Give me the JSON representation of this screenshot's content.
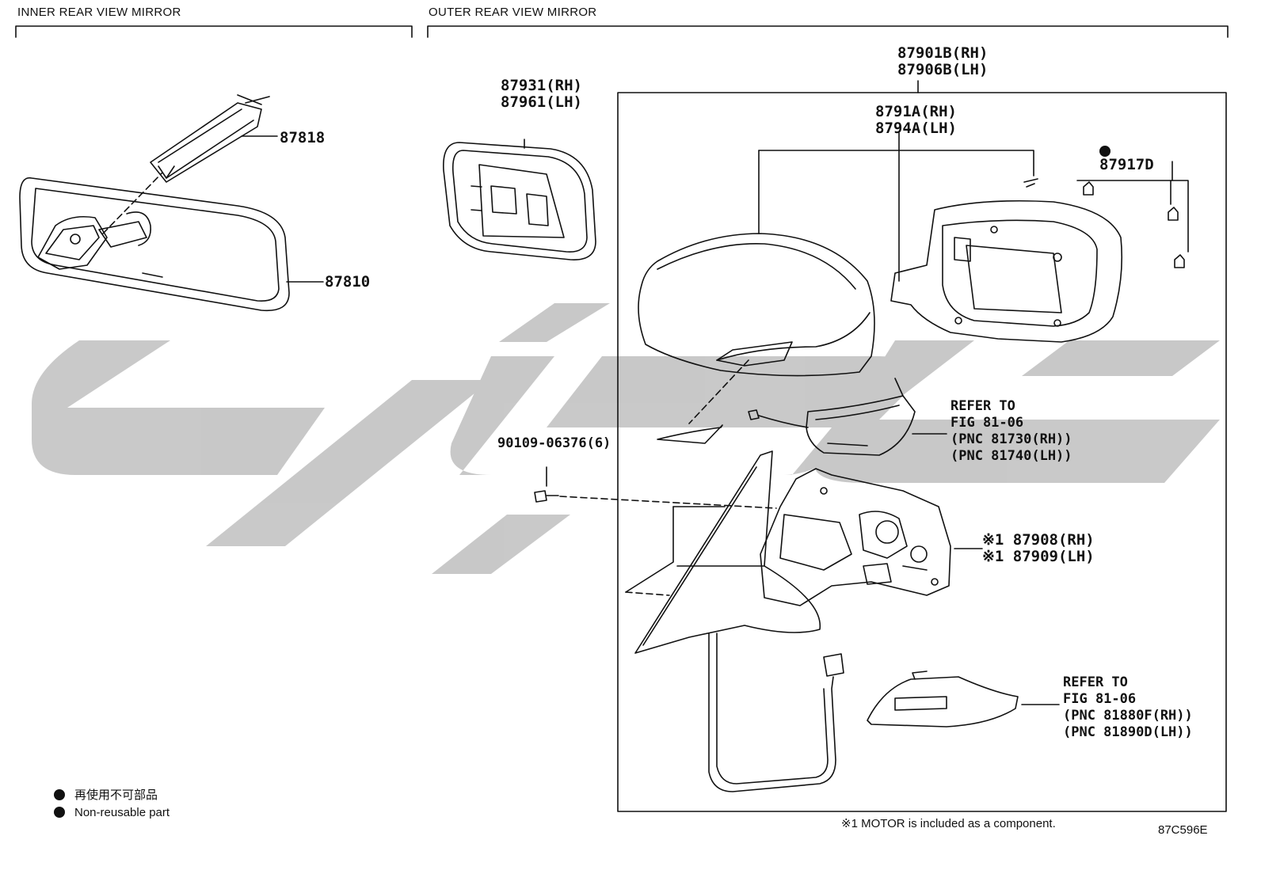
{
  "headers": {
    "inner": "INNER REAR VIEW MIRROR",
    "outer": "OUTER REAR VIEW MIRROR"
  },
  "parts": {
    "p87818": "87818",
    "p87810": "87810",
    "p87931": [
      "87931(RH)",
      "87961(LH)"
    ],
    "p87901": [
      "87901B(RH)",
      "87906B(LH)"
    ],
    "p8791": [
      "8791A(RH)",
      "8794A(LH)"
    ],
    "p87917": "87917D",
    "p90109": "90109-06376(6)",
    "p87908": [
      "※1 87908(RH)",
      "※1 87909(LH)"
    ]
  },
  "references": {
    "turn_signal": [
      "REFER TO",
      "FIG 81-06",
      "(PNC 81730(RH))",
      "(PNC 81740(LH))"
    ],
    "lower_lamp": [
      "REFER TO",
      "FIG 81-06",
      "(PNC 81880F(RH))",
      "(PNC 81890D(LH))"
    ]
  },
  "legend": {
    "line1": "再使用不可部品",
    "line2": "Non-reusable part"
  },
  "footnote": "※1 MOTOR is included as a component.",
  "figure_code": "87C596E",
  "watermark_color": "#c8c8c8"
}
